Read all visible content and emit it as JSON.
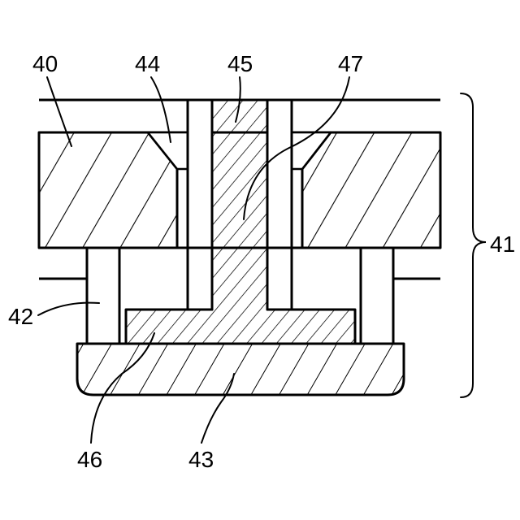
{
  "figure": {
    "labels": {
      "l40": "40",
      "l44": "44",
      "l45": "45",
      "l47": "47",
      "l41": "41",
      "l42": "42",
      "l46": "46",
      "l43": "43"
    },
    "colors": {
      "line": "#000000",
      "background": "#ffffff"
    }
  }
}
